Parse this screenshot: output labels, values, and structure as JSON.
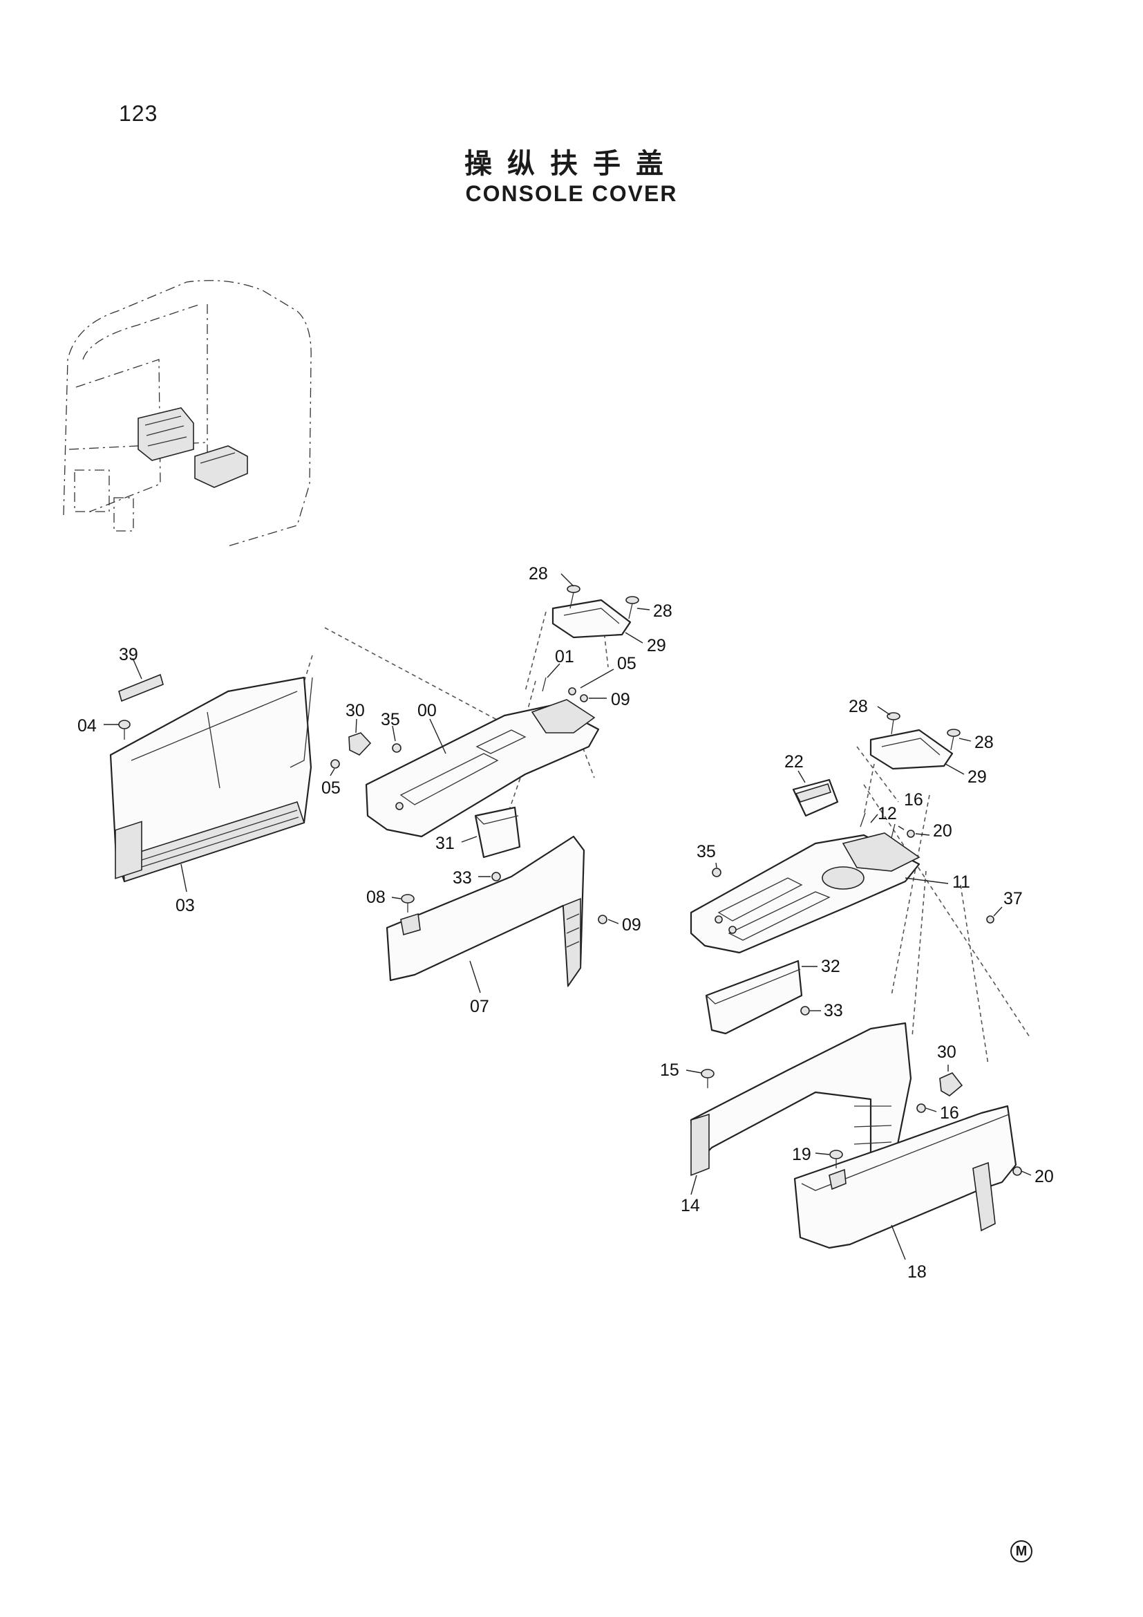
{
  "page": {
    "number": "123",
    "title_cn": "操纵扶手盖",
    "title_en": "CONSOLE COVER",
    "corner_marker": "M"
  },
  "callouts": [
    "28",
    "28",
    "29",
    "01",
    "05",
    "09",
    "39",
    "30",
    "35",
    "00",
    "04",
    "05",
    "31",
    "33",
    "03",
    "08",
    "09",
    "07",
    "28",
    "28",
    "29",
    "22",
    "12",
    "16",
    "20",
    "35",
    "11",
    "37",
    "32",
    "33",
    "15",
    "30",
    "16",
    "19",
    "20",
    "14",
    "18"
  ]
}
